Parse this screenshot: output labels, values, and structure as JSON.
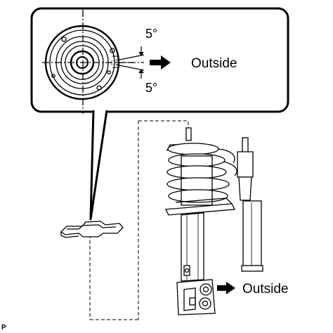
{
  "callout": {
    "angle_upper": "5°",
    "angle_lower": "5°",
    "direction_label": "Outside"
  },
  "assembly": {
    "direction_label": "Outside"
  },
  "figure_code": "P"
}
